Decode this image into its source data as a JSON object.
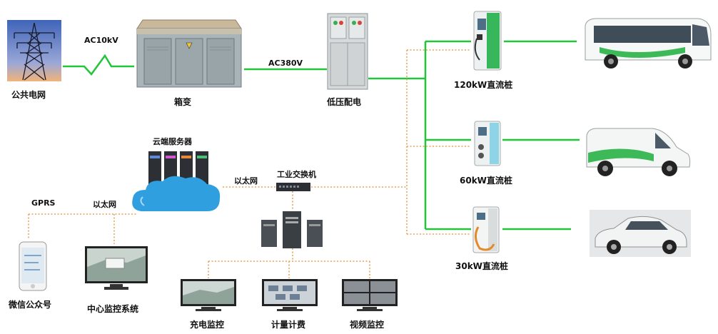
{
  "labels": {
    "grid": "公共电网",
    "box_transformer": "箱变",
    "low_voltage": "低压配电",
    "pile_120": "120kW直流桩",
    "pile_60": "60kW直流桩",
    "pile_30": "30kW直流桩",
    "cloud_server": "云端服务器",
    "ethernet_cloud": "以太网",
    "switch": "工业交换机",
    "gprs": "GPRS",
    "ethernet_left": "以太网",
    "wechat": "微信公众号",
    "center_monitor": "中心监控系统",
    "charge_monitor": "充电监控",
    "billing": "计量计费",
    "video_monitor": "视频监控"
  },
  "link_labels": {
    "ac10kv": "AC10kV",
    "ac380v": "AC380V"
  },
  "colors": {
    "power_line": "#22c43a",
    "data_line": "#e9a35a",
    "cloud": "#2f9fe0"
  }
}
